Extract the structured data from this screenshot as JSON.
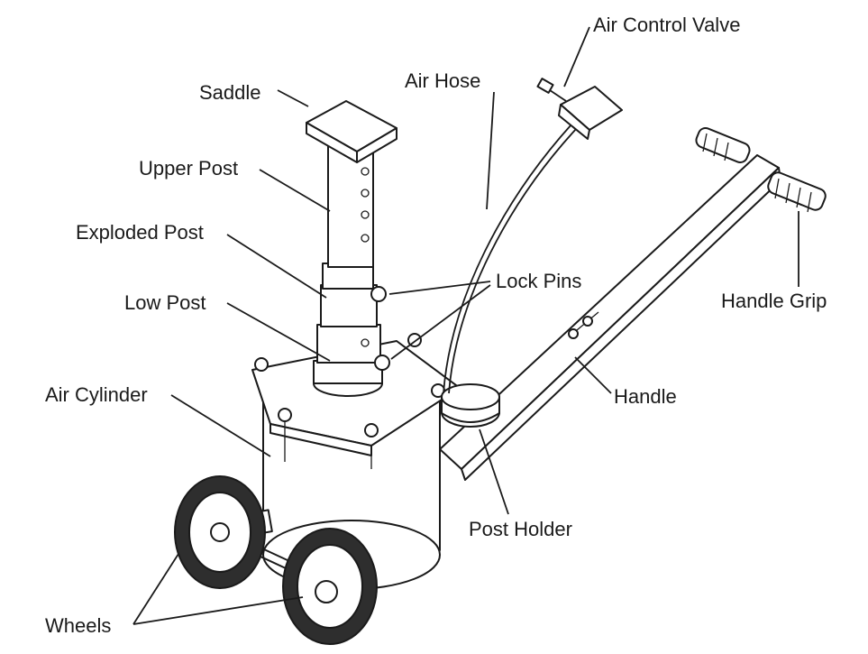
{
  "labels": {
    "air_control_valve": "Air Control Valve",
    "air_hose": "Air Hose",
    "saddle": "Saddle",
    "upper_post": "Upper Post",
    "exploded_post": "Exploded Post",
    "lock_pins": "Lock Pins",
    "low_post": "Low Post",
    "handle_grip": "Handle Grip",
    "air_cylinder": "Air Cylinder",
    "handle": "Handle",
    "post_holder": "Post Holder",
    "wheels": "Wheels"
  }
}
